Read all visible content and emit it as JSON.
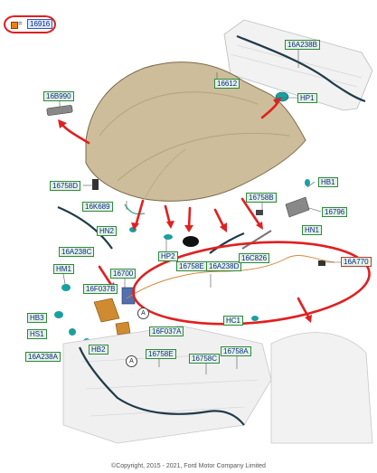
{
  "legend": {
    "equals": "=",
    "code": "16916"
  },
  "labels": [
    {
      "id": "16A238B",
      "text": "16A238B"
    },
    {
      "id": "16612",
      "text": "16612"
    },
    {
      "id": "16B990",
      "text": "16B990"
    },
    {
      "id": "HP1",
      "text": "HP1"
    },
    {
      "id": "16758D",
      "text": "16758D"
    },
    {
      "id": "16K689",
      "text": "16K689"
    },
    {
      "id": "16758B",
      "text": "16758B"
    },
    {
      "id": "HB1",
      "text": "HB1"
    },
    {
      "id": "16796",
      "text": "16796"
    },
    {
      "id": "HN2",
      "text": "HN2"
    },
    {
      "id": "HN1",
      "text": "HN1"
    },
    {
      "id": "16A238C",
      "text": "16A238C"
    },
    {
      "id": "HP2",
      "text": "HP2"
    },
    {
      "id": "16758E",
      "text": "16758E"
    },
    {
      "id": "16A238D",
      "text": "16A238D"
    },
    {
      "id": "16C826",
      "text": "16C826"
    },
    {
      "id": "16A770",
      "text": "16A770"
    },
    {
      "id": "HM1",
      "text": "HM1"
    },
    {
      "id": "16700",
      "text": "16700"
    },
    {
      "id": "16F037B",
      "text": "16F037B"
    },
    {
      "id": "HB3",
      "text": "HB3"
    },
    {
      "id": "HC1",
      "text": "HC1"
    },
    {
      "id": "HS1",
      "text": "HS1"
    },
    {
      "id": "16F037A",
      "text": "16F037A"
    },
    {
      "id": "HB2",
      "text": "HB2"
    },
    {
      "id": "16A238A",
      "text": "16A238A"
    },
    {
      "id": "16758E_b",
      "text": "16758E"
    },
    {
      "id": "16758A",
      "text": "16758A"
    },
    {
      "id": "16758C",
      "text": "16758C"
    }
  ],
  "callouts": {
    "a1": "A",
    "a2": "A"
  },
  "copyright": "©Copyright, 2015 - 2021, Ford Motor Company Limited",
  "colors": {
    "label_fill": "#e4f2e4",
    "label_border": "#2d8a3a",
    "label_text": "#0a2a8a",
    "highlight": "#e02020",
    "hood": "#cdbd9a"
  }
}
